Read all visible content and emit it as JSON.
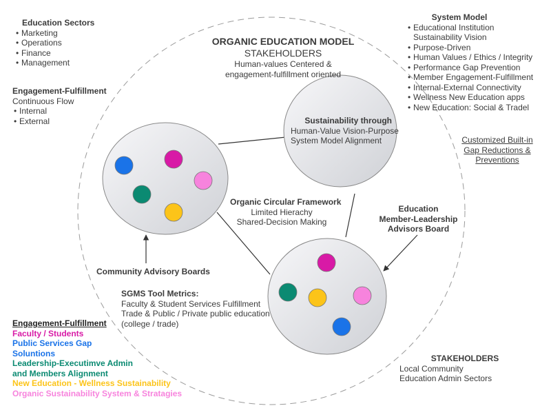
{
  "title": {
    "heading": "ORGANIC EDUCATION MODEL",
    "subheading": "STAKEHOLDERS",
    "lines": [
      "Human-values Centered &",
      "engagement-fulfillment oriented"
    ]
  },
  "education_sectors": {
    "heading": "Education Sectors",
    "items": [
      "Marketing",
      "Operations",
      "Finance",
      "Management"
    ]
  },
  "engagement_flow": {
    "heading": "Engagement-Fulfillment",
    "subheading": "Continuous Flow",
    "items": [
      "Internal",
      "External"
    ]
  },
  "system_model": {
    "heading": "System Model",
    "items": [
      "Educational Institution\nSustainability Vision",
      "Purpose-Driven",
      "Human Values / Ethics / Integrity",
      "Performance Gap Prevention",
      "Member Engagement-Fulfillment",
      "Internal-External Connectivity",
      "Wellness New Education apps",
      "New Education: Social & Tradel"
    ]
  },
  "customized": {
    "lines": [
      "Customized Built-in",
      "Gap Reductions &",
      "Preventions"
    ]
  },
  "sustainability_circle": {
    "heading": "Sustainability through",
    "lines": [
      "Human-Value Vision-Purpose",
      "System Model Alignment"
    ]
  },
  "framework": {
    "heading": "Organic Circular Framework",
    "lines": [
      "Limited Hierachy",
      "Shared-Decision Making"
    ]
  },
  "advisors_board": {
    "lines": [
      "Education",
      "Member-Leadership",
      "Advisors Board"
    ]
  },
  "community_boards": {
    "label": "Community Advisory Boards"
  },
  "sgms": {
    "heading": "SGMS Tool Metrics:",
    "lines": [
      "Faculty & Student Services Fulfillment",
      "Trade & Public / Private public education",
      "(college / trade)"
    ]
  },
  "legend": {
    "heading": "Engagement-Fulfillment",
    "entries": [
      {
        "lines": [
          "Faculty / Students"
        ],
        "color": "#d81aa6"
      },
      {
        "lines": [
          "Public Services Gap",
          "Soluntions"
        ],
        "color": "#1a73e8"
      },
      {
        "lines": [
          "Leadership-Executimve Admin",
          "and Members Alignment"
        ],
        "color": "#0b8a72"
      },
      {
        "lines": [
          "New Education - Wellness Sustainability"
        ],
        "color": "#fcc419"
      },
      {
        "lines": [
          "Organic Sustainability System & Stratagies"
        ],
        "color": "#f783dd"
      }
    ]
  },
  "stakeholders_bottom": {
    "heading": "STAKEHOLDERS",
    "lines": [
      "Local Community",
      "Education Admin Sectors"
    ]
  },
  "dot_colors": {
    "magenta": "#d81aa6",
    "blue": "#1a73e8",
    "teal": "#0b8a72",
    "yellow": "#fcc419",
    "pink": "#f783dd"
  }
}
